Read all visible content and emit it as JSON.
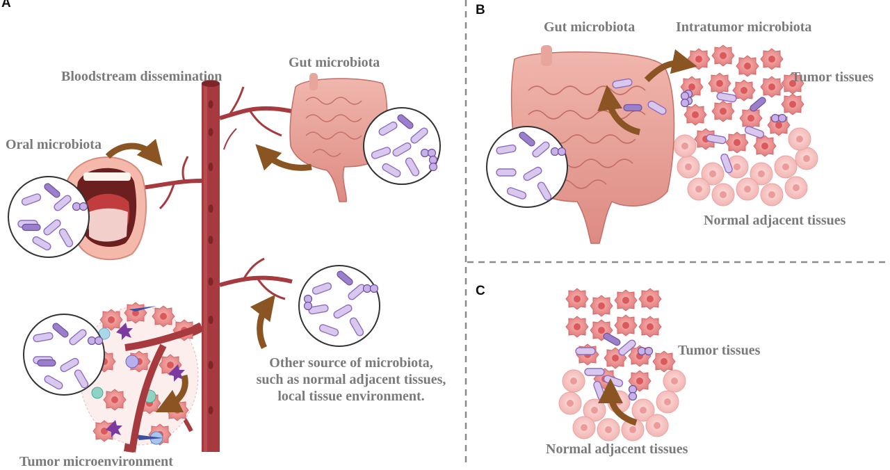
{
  "panels": {
    "a": {
      "letter": "A",
      "labels": {
        "bloodstream": "Bloodstream dissemination",
        "gut": "Gut microbiota",
        "oral": "Oral microbiota",
        "other_line1": "Other source of microbiota,",
        "other_line2": "such as normal adjacent tissues,",
        "other_line3": "local tissue environment.",
        "tme": "Tumor microenvironment"
      }
    },
    "b": {
      "letter": "B",
      "labels": {
        "gut": "Gut microbiota",
        "intratumor": "Intratumor microbiota",
        "tumor": "Tumor tissues",
        "normal": "Normal adjacent tissues"
      }
    },
    "c": {
      "letter": "C",
      "labels": {
        "tumor": "Tumor tissues",
        "normal": "Normal adjacent tissues"
      }
    }
  },
  "colors": {
    "label_gray": "#7a7a7a",
    "vessel": "#a63a3e",
    "vessel_dark": "#7e2529",
    "arrow_brown": "#8a5523",
    "gut_pink": "#e9a39a",
    "tumor_cell": "#e98f8f",
    "normal_cell": "#f6c4c2",
    "bacteria_lilac": "#c9b3e3",
    "bacteria_purple": "#8e6bbf",
    "divider": "#8a8a8a"
  },
  "icons": [
    "bacteria-magnifier-icon",
    "mouth-icon",
    "intestine-icon",
    "blood-vessel-icon",
    "curved-arrow-icon",
    "tumor-cell-icon",
    "normal-cell-icon"
  ]
}
